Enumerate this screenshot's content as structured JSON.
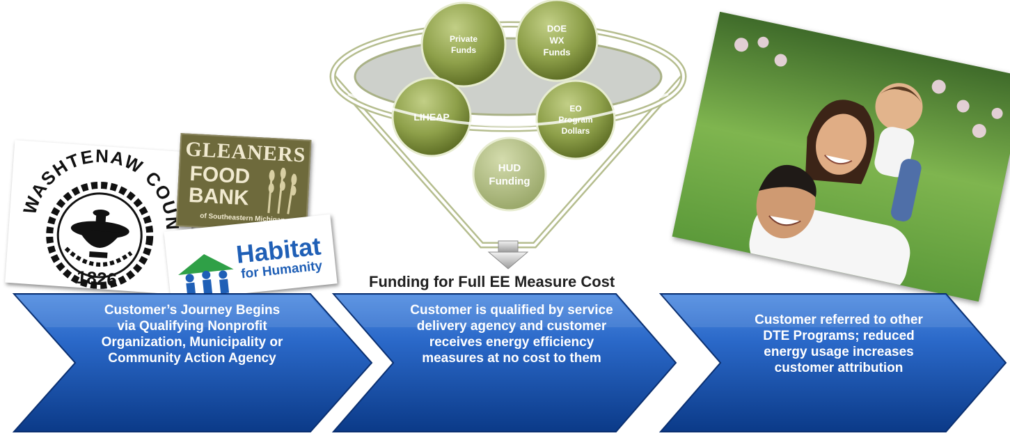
{
  "funnel": {
    "bubbles": [
      {
        "label": "Private\nFunds"
      },
      {
        "label": "DOE\nWX\nFunds"
      },
      {
        "label": "LIHEAP"
      },
      {
        "label": "EO\nProgram\nDollars"
      },
      {
        "label": "HUD\nFunding"
      }
    ],
    "caption": "Funding for Full EE Measure Cost"
  },
  "logos": {
    "washtenaw": {
      "name": "WASHTENAW COUNTY MICHIGAN",
      "year": "1826"
    },
    "gleaners": {
      "top": "GLEANERS",
      "middle": "FOOD BANK",
      "bottom": "of Southeastern Michigan"
    },
    "habitat": {
      "line1": "Habitat",
      "line2": "for Humanity"
    }
  },
  "steps": [
    {
      "text": "Customer’s Journey Begins via Qualifying Nonprofit Organization, Municipality or Community Action Agency"
    },
    {
      "text": "Customer is qualified by service delivery agency and customer receives energy efficiency measures at no cost to them"
    },
    {
      "text": "Customer referred to other DTE Programs; reduced energy usage increases customer attribution"
    }
  ],
  "colors": {
    "chevron_light": "#2f6fcf",
    "chevron_dark": "#0d3f8f",
    "bubble_light": "#b6c47a",
    "bubble_dark": "#6b7d2e",
    "funnel_gray": "#cfcfcf"
  }
}
